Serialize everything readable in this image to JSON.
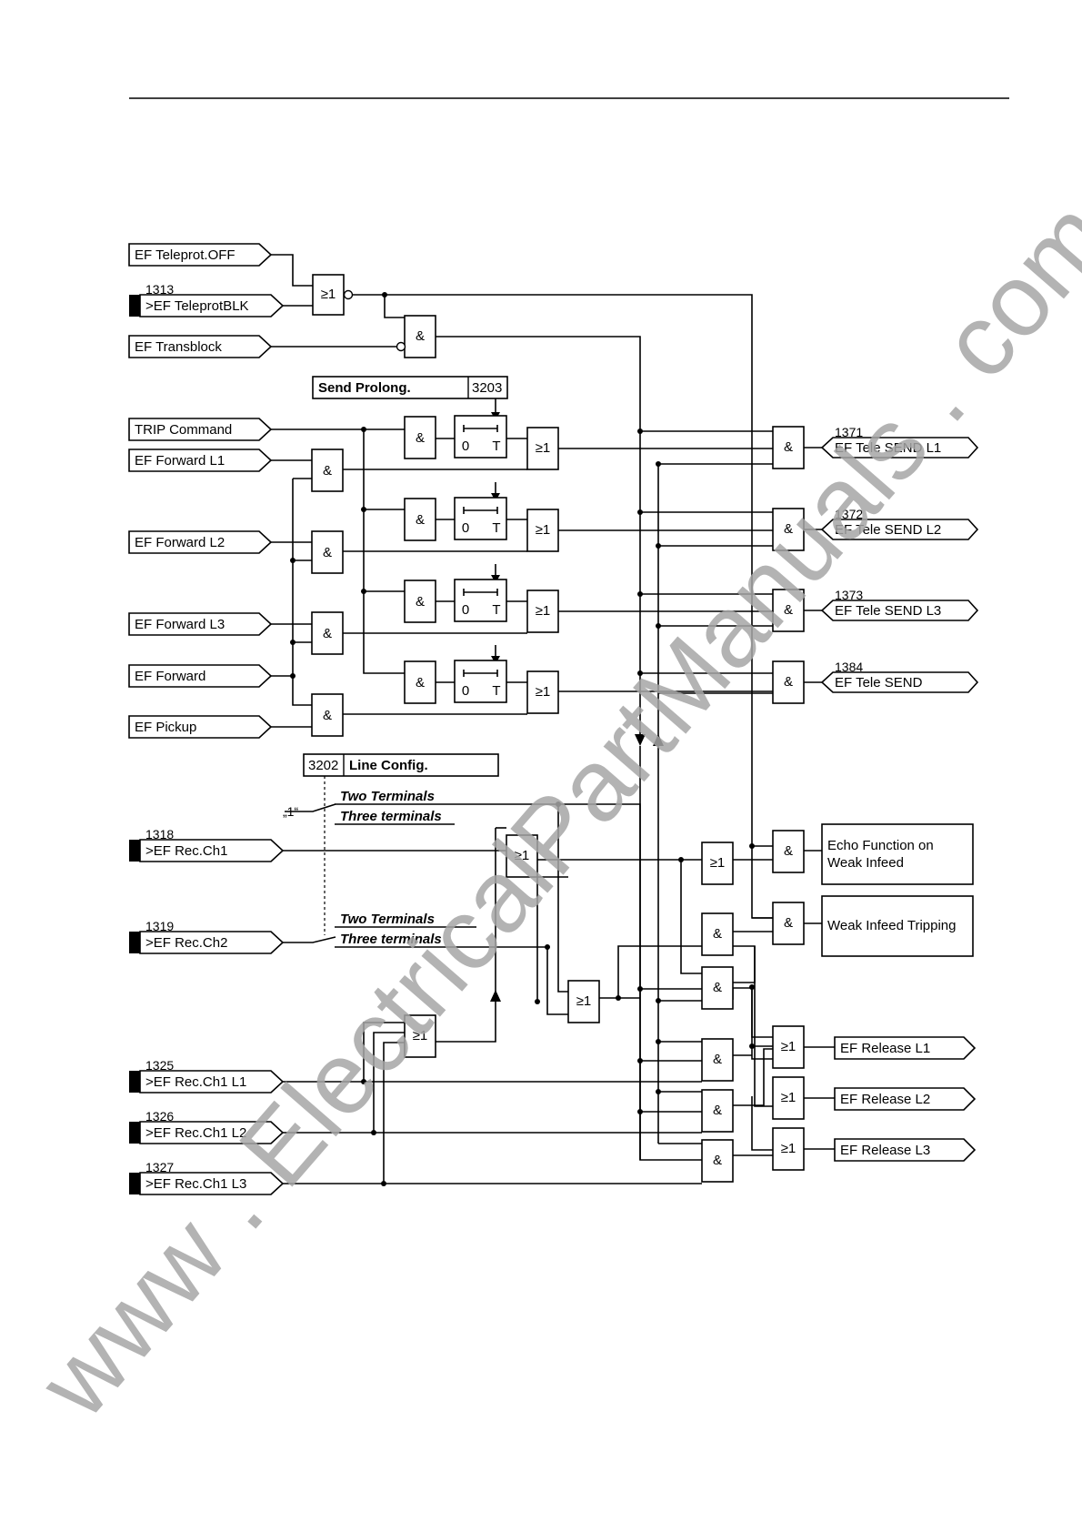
{
  "inputs": {
    "ef_teleprot_off": "EF Teleprot.OFF",
    "ef_teleprotblk_num": "1313",
    "ef_teleprotblk": ">EF TeleprotBLK",
    "ef_transblock": "EF Transblock",
    "trip_command": "TRIP Command",
    "ef_forward_l1": "EF Forward L1",
    "ef_forward_l2": "EF Forward L2",
    "ef_forward_l3": "EF Forward L3",
    "ef_forward": "EF Forward",
    "ef_pickup": "EF Pickup",
    "ef_rec_ch1_num": "1318",
    "ef_rec_ch1": ">EF Rec.Ch1",
    "ef_rec_ch2_num": "1319",
    "ef_rec_ch2": ">EF Rec.Ch2",
    "ef_rec_ch1_l1_num": "1325",
    "ef_rec_ch1_l1": ">EF Rec.Ch1 L1",
    "ef_rec_ch1_l2_num": "1326",
    "ef_rec_ch1_l2": ">EF Rec.Ch1 L2",
    "ef_rec_ch1_l3_num": "1327",
    "ef_rec_ch1_l3": ">EF Rec.Ch1 L3"
  },
  "parameters": {
    "send_prolong": "Send Prolong.",
    "send_prolong_num": "3203",
    "line_config": "Line Config.",
    "line_config_num": "3202",
    "two_terminals": "Two Terminals",
    "three_terminals": "Three terminals",
    "constant_one": "„1“"
  },
  "gates": {
    "or": "≥1",
    "and": "&",
    "timer_0": "0",
    "timer_t": "T"
  },
  "outputs": {
    "tele_send_l1_num": "1371",
    "tele_send_l1": "EF Tele SEND L1",
    "tele_send_l2_num": "1372",
    "tele_send_l2": "EF Tele SEND L2",
    "tele_send_l3_num": "1373",
    "tele_send_l3": "EF Tele SEND L3",
    "tele_send_num": "1384",
    "tele_send": "EF Tele SEND",
    "echo_line1": "Echo Function on",
    "echo_line2": "Weak Infeed",
    "weak_infeed_tripping": "Weak Infeed Tripping",
    "release_l1": "EF Release L1",
    "release_l2": "EF Release L2",
    "release_l3": "EF Release L3"
  },
  "watermark": "www . ElectricalPartManuals . com"
}
